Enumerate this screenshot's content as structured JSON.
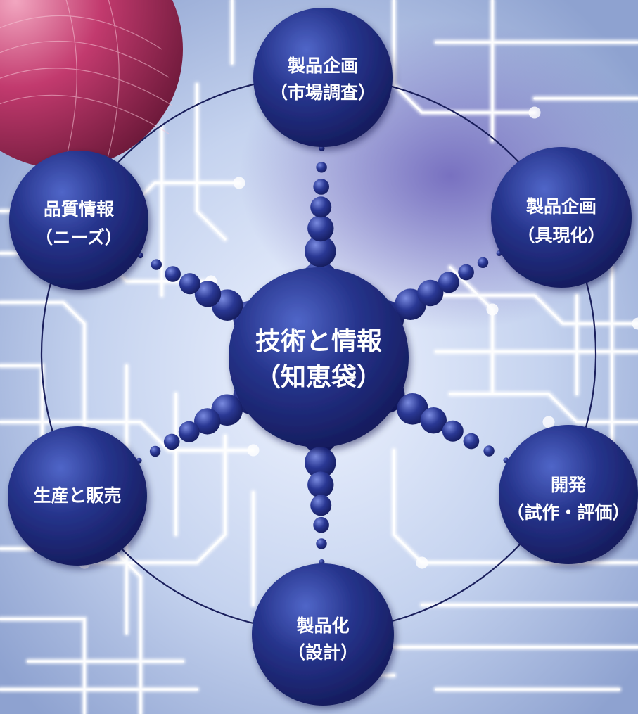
{
  "center": {
    "line1": "技術と情報",
    "line2": "（知恵袋）"
  },
  "nodes": [
    {
      "id": "planning-research",
      "line1": "製品企画",
      "line2": "（市場調査）"
    },
    {
      "id": "planning-concrete",
      "line1": "製品企画",
      "line2": "（具現化）"
    },
    {
      "id": "development",
      "line1": "開発",
      "line2": "（試作・評価）"
    },
    {
      "id": "productization",
      "line1": "製品化",
      "line2": "（設計）"
    },
    {
      "id": "production-sales",
      "line1": "生産と販売",
      "line2": ""
    },
    {
      "id": "quality-needs",
      "line1": "品質情報",
      "line2": "（ニーズ）"
    }
  ],
  "colors": {
    "node_fill": "#1f2a7a",
    "node_highlight": "#4a5fc4",
    "ring": "#1a1f5c",
    "text": "#ffffff",
    "background": "#c9d6ef",
    "circuit": "#ffffff",
    "accent_pink": "#b8285a"
  },
  "icons": {
    "background_pattern": "circuit-board"
  }
}
